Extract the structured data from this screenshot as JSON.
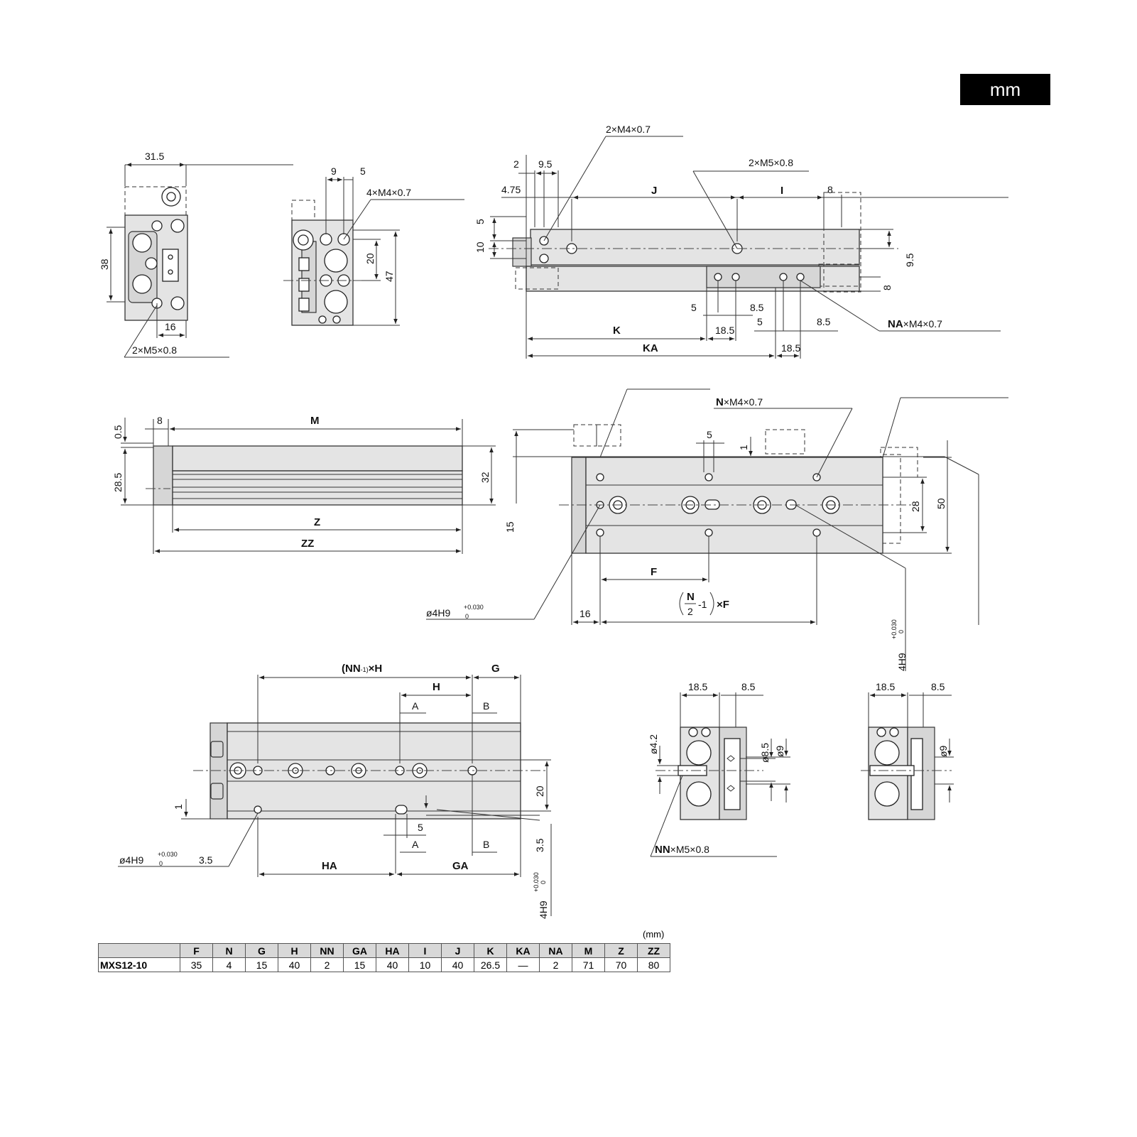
{
  "unit_badge": "mm",
  "views": {
    "end_view": {
      "d_width": "31.5",
      "d_height": "38",
      "d_pitch": "16",
      "port_callout": "2×M5×0.8"
    },
    "side_view": {
      "d_9": "9",
      "d_5": "5",
      "thread_callout": "4×M4×0.7",
      "d_20": "20",
      "d_47": "47"
    },
    "top_view": {
      "callout_m4": "2×M4×0.7",
      "callout_m5": "2×M5×0.8",
      "d_2": "2",
      "d_9_5": "9.5",
      "d_4_75": "4.75",
      "lbl_J": "J",
      "lbl_I": "I",
      "d_8": "8",
      "d_5_v": "5",
      "d_10_v": "10",
      "d_9_5_r": "9.5",
      "d_8_r": "8",
      "d_5_a": "5",
      "d_8_5_a": "8.5",
      "d_18_5_a": "18.5",
      "d_5_b": "5",
      "d_8_5_b": "8.5",
      "d_18_5_b": "18.5",
      "lbl_K": "K",
      "lbl_KA": "KA",
      "callout_na_b": "NA",
      "callout_na_t": "×M4×0.7"
    },
    "front_view": {
      "d_0_5": "0.5",
      "d_8": "8",
      "lbl_M": "M",
      "d_28_5": "28.5",
      "d_32": "32",
      "lbl_Z": "Z",
      "lbl_ZZ": "ZZ"
    },
    "plan_view": {
      "callout_n_b": "N",
      "callout_n_t": "×M4×0.7",
      "d_5": "5",
      "d_1": "1",
      "d_28": "28",
      "d_50": "50",
      "d_15": "15",
      "lbl_F": "F",
      "d_16": "16",
      "frac_n": "N",
      "frac_d": "2",
      "frac_rest": "-1",
      "frac_x": "×F",
      "pin_l": "ø4H9",
      "pin_tol_top": "+0.030",
      "pin_tol_bot": "0",
      "pin_r": "4H9",
      "pin_r_tol": "+0.030",
      "pin_r_bot": "0"
    },
    "bottom_view": {
      "lbl_nn": "(NN",
      "lbl_nn2": "-1)",
      "lbl_xh": "×H",
      "lbl_G": "G",
      "lbl_H": "H",
      "lbl_A": "A",
      "lbl_B": "B",
      "d_20": "20",
      "d_1": "1",
      "d_5": "5",
      "lbl_A2": "A",
      "lbl_B2": "B",
      "d_3_5": "3.5",
      "pin_l": "ø4H9",
      "pin_tol_top": "+0.030",
      "pin_tol_bot": "0",
      "d_3_5_l": "3.5",
      "lbl_HA": "HA",
      "lbl_GA": "GA",
      "pin_v": "4H9",
      "pin_v_tol": "+0.030",
      "pin_v_bot": "0"
    },
    "section_a": {
      "d_18_5": "18.5",
      "d_8_5": "8.5",
      "d_4_2": "ø4.2",
      "d_8_5v": "ø8.5",
      "d_9": "ø9",
      "callout_nn_b": "NN",
      "callout_nn_t": "×M5×0.8"
    },
    "section_b": {
      "d_18_5": "18.5",
      "d_8_5": "8.5",
      "d_9": "ø9"
    }
  },
  "table": {
    "unit": "(mm)",
    "columns": [
      "F",
      "N",
      "G",
      "H",
      "NN",
      "GA",
      "HA",
      "I",
      "J",
      "K",
      "KA",
      "NA",
      "M",
      "Z",
      "ZZ"
    ],
    "rows": [
      {
        "model": "MXS12-10",
        "values": [
          "35",
          "4",
          "15",
          "40",
          "2",
          "15",
          "40",
          "10",
          "40",
          "26.5",
          "—",
          "2",
          "71",
          "70",
          "80"
        ]
      }
    ]
  }
}
